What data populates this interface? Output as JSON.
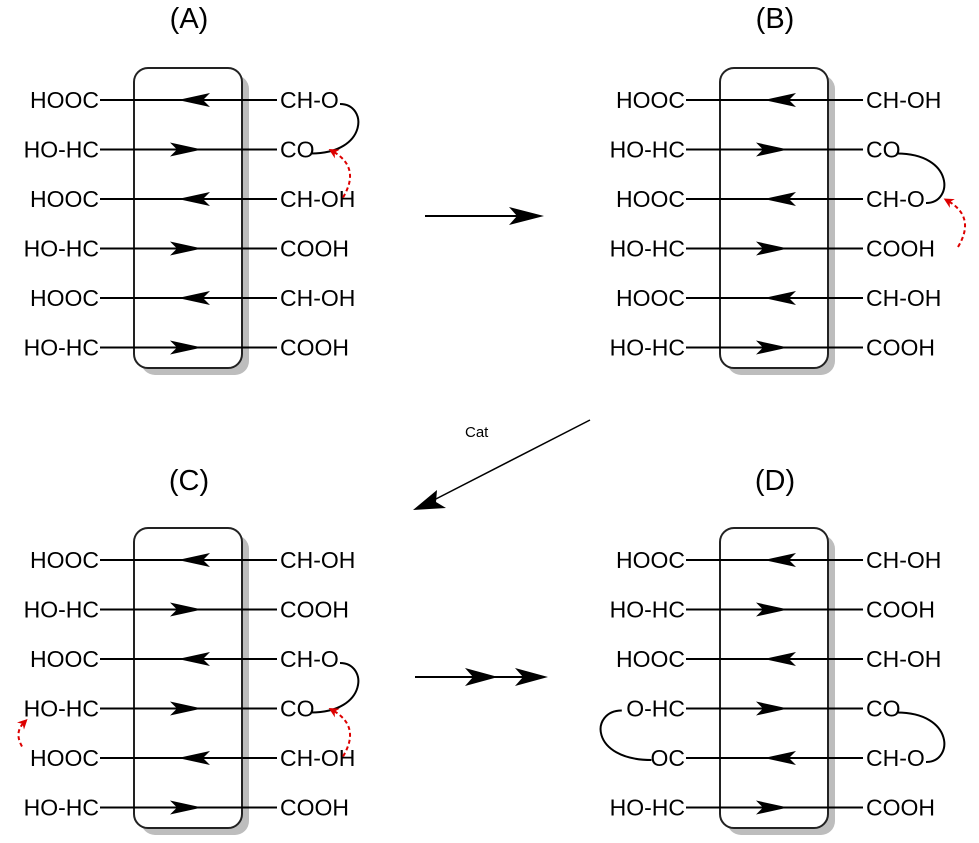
{
  "panels": [
    {
      "id": "A",
      "title": "(A)",
      "rows": [
        {
          "left": "HOOC",
          "right": "CH-O",
          "dir": "left"
        },
        {
          "left": "HO-HC",
          "right": "CO",
          "dir": "right"
        },
        {
          "left": "HOOC",
          "right": "CH-OH",
          "dir": "left"
        },
        {
          "left": "HO-HC",
          "right": "COOH",
          "dir": "right"
        },
        {
          "left": "HOOC",
          "right": "CH-OH",
          "dir": "left"
        },
        {
          "left": "HO-HC",
          "right": "COOH",
          "dir": "right"
        }
      ],
      "rightLoop": [
        0,
        1
      ],
      "rightRedArrowRow": 1,
      "leftLoop": null,
      "leftRedArrowRow": null
    },
    {
      "id": "B",
      "title": "(B)",
      "rows": [
        {
          "left": "HOOC",
          "right": "CH-OH",
          "dir": "left"
        },
        {
          "left": "HO-HC",
          "right": "CO",
          "dir": "right"
        },
        {
          "left": "HOOC",
          "right": "CH-O",
          "dir": "left"
        },
        {
          "left": "HO-HC",
          "right": "COOH",
          "dir": "right"
        },
        {
          "left": "HOOC",
          "right": "CH-OH",
          "dir": "left"
        },
        {
          "left": "HO-HC",
          "right": "COOH",
          "dir": "right"
        }
      ],
      "rightLoop": [
        1,
        2
      ],
      "rightRedArrowRow": 2,
      "leftLoop": null,
      "leftRedArrowRow": null
    },
    {
      "id": "C",
      "title": "(C)",
      "rows": [
        {
          "left": "HOOC",
          "right": "CH-OH",
          "dir": "left"
        },
        {
          "left": "HO-HC",
          "right": "COOH",
          "dir": "right"
        },
        {
          "left": "HOOC",
          "right": "CH-O",
          "dir": "left"
        },
        {
          "left": "HO-HC",
          "right": "CO",
          "dir": "right"
        },
        {
          "left": "HOOC",
          "right": "CH-OH",
          "dir": "left"
        },
        {
          "left": "HO-HC",
          "right": "COOH",
          "dir": "right"
        }
      ],
      "rightLoop": [
        2,
        3
      ],
      "rightRedArrowRow": 3,
      "leftLoop": null,
      "leftRedArrowRow": 3
    },
    {
      "id": "D",
      "title": "(D)",
      "rows": [
        {
          "left": "HOOC",
          "right": "CH-OH",
          "dir": "left"
        },
        {
          "left": "HO-HC",
          "right": "COOH",
          "dir": "right"
        },
        {
          "left": "HOOC",
          "right": "CH-OH",
          "dir": "left"
        },
        {
          "left": "O-HC",
          "right": "CO",
          "dir": "right"
        },
        {
          "left": "OC",
          "right": "CH-O",
          "dir": "left"
        },
        {
          "left": "HO-HC",
          "right": "COOH",
          "dir": "right"
        }
      ],
      "rightLoop": [
        3,
        4
      ],
      "rightRedArrowRow": null,
      "leftLoop": [
        3,
        4
      ],
      "leftRedArrowRow": null
    }
  ],
  "transitions": {
    "ab": {
      "heads": 1
    },
    "bc": {
      "label": "Cat"
    },
    "cd": {
      "heads": 2
    }
  },
  "colors": {
    "line": "#000000",
    "box_stroke": "#222222",
    "box_shadow": "#bdbdbd",
    "red_arrow": "#dd0000"
  }
}
